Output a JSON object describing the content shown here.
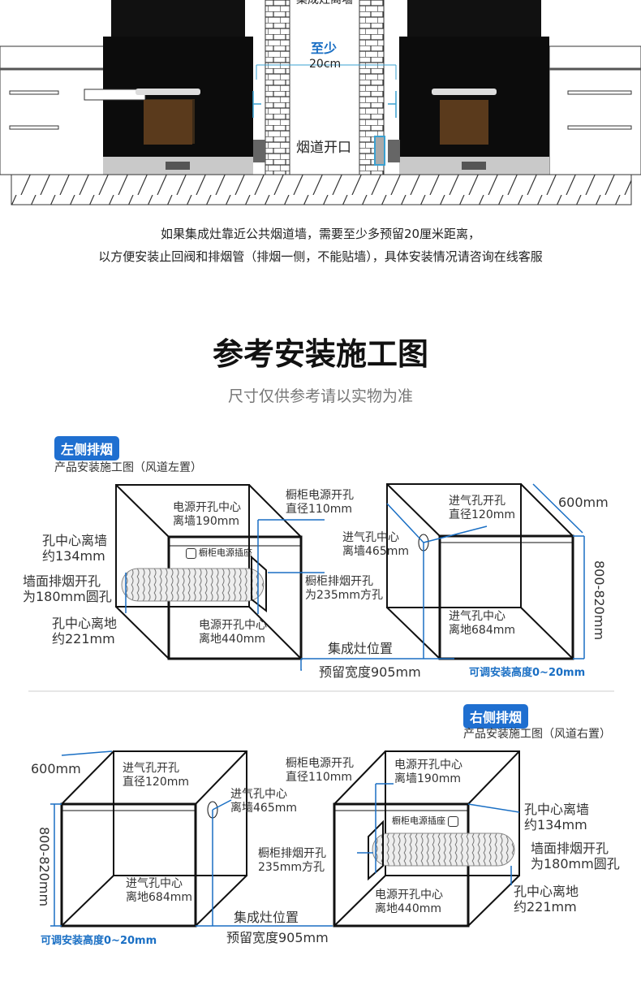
{
  "top": {
    "wall_label": "集成灶离墙",
    "min_label": "至少",
    "distance": "20cm",
    "flue_opening": "烟道开口"
  },
  "caption": {
    "line1": "如果集成灶靠近公共烟道墙，需要至少多预留20厘米距离，",
    "line2": "以方便安装止回阀和排烟管（排烟一侧，不能贴墙），具体安装情况请咨询在线客服"
  },
  "title": "参考安装施工图",
  "subtitle": "尺寸仅供参考请以实物为准",
  "left": {
    "badge": "左侧排烟",
    "desc": "产品安装施工图（风道左置）",
    "hole_wall": "孔中心离墙\n约134mm",
    "wall_hole": "墙面排烟开孔\n为180mm圆孔",
    "hole_floor": "孔中心离地\n约221mm",
    "power_wall": "电源开孔中心\n离墙190mm",
    "socket": "橱柜电源插座",
    "power_floor": "电源开孔中心\n离地440mm",
    "cab_power": "橱柜电源开孔\n直径110mm",
    "cab_exhaust": "橱柜排烟开孔\n为235mm方孔",
    "inlet_hole": "进气孔开孔\n直径120mm",
    "inlet_wall": "进气孔中心\n离墙465mm",
    "inlet_floor": "进气孔中心\n离地684mm",
    "depth": "600mm",
    "height": "800-820mm",
    "position": "集成灶位置",
    "width": "预留宽度905mm",
    "adjust": "可调安装高度0~20mm"
  },
  "right": {
    "badge": "右侧排烟",
    "desc": "产品安装施工图（风道右置）",
    "depth": "600mm",
    "height": "800-820mm",
    "inlet_hole": "进气孔开孔\n直径120mm",
    "inlet_wall": "进气孔中心\n离墙465mm",
    "inlet_floor": "进气孔中心\n离地684mm",
    "cab_power": "橱柜电源开孔\n直径110mm",
    "power_wall": "电源开孔中心\n离墙190mm",
    "socket": "橱柜电源插座",
    "cab_exhaust": "橱柜排烟开孔\n235mm方孔",
    "power_floor": "电源开孔中心\n离地440mm",
    "hole_wall": "孔中心离墙\n约134mm",
    "wall_hole": "墙面排烟开孔\n为180mm圆孔",
    "hole_floor": "孔中心离地\n约221mm",
    "position": "集成灶位置",
    "width": "预留宽度905mm",
    "adjust": "可调安装高度0~20mm"
  }
}
